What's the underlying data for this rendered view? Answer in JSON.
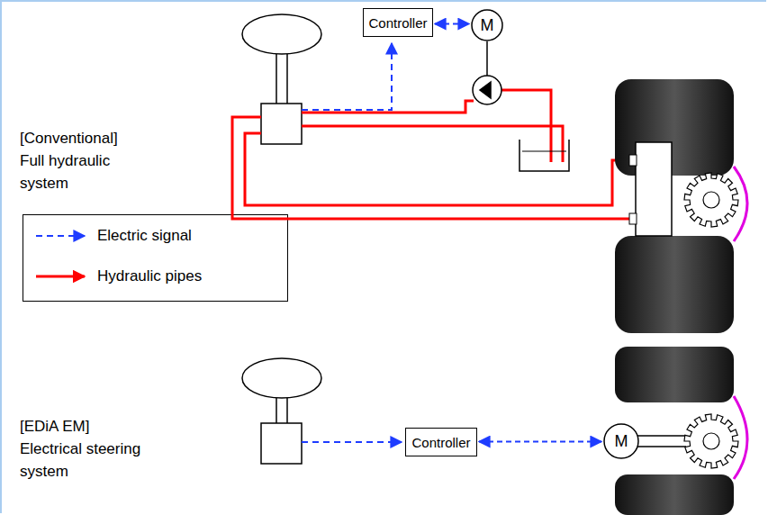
{
  "diagram": {
    "nodes": [
      {
        "text": [
          "Controller"
        ]
      },
      {
        "text": [
          "M"
        ]
      },
      {
        "text": [
          "Controller"
        ]
      },
      {
        "text": [
          "M"
        ]
      }
    ],
    "edges": [
      {
        "from": 0,
        "to": 1,
        "arrow": "both"
      },
      {
        "from": 2,
        "to": 3,
        "arrow": "both"
      }
    ],
    "labels": [
      "[Conventional]",
      "Full hydraulic system",
      "[EDiA EM]",
      "Electrical steering system"
    ],
    "legend": [
      {
        "text": "Electric signal"
      },
      {
        "text": "Hydraulic pipes"
      }
    ]
  }
}
